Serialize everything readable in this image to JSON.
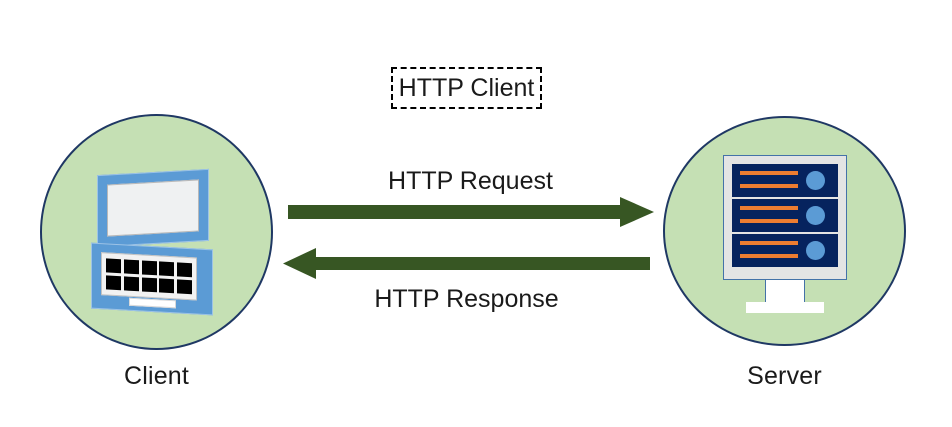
{
  "diagram": {
    "title_box": {
      "label": "HTTP Client",
      "style": "dashed-border"
    },
    "nodes": [
      {
        "id": "client",
        "caption": "Client",
        "icon": "laptop-icon",
        "fill_color": "#c5e0b4",
        "border_color": "#1f3864"
      },
      {
        "id": "server",
        "caption": "Server",
        "icon": "server-rack-icon",
        "fill_color": "#c5e0b4",
        "border_color": "#1f3864"
      }
    ],
    "edges": [
      {
        "id": "request",
        "label": "HTTP Request",
        "from": "client",
        "to": "server",
        "direction": "right",
        "color": "#375623"
      },
      {
        "id": "response",
        "label": "HTTP Response",
        "from": "server",
        "to": "client",
        "direction": "left",
        "color": "#375623"
      }
    ],
    "server_icon": {
      "unit_count": 3,
      "chassis_color": "#06235e",
      "bar_color": "#ed7d31",
      "led_color": "#5b9bd5",
      "frame_color": "#e4e4e4"
    },
    "client_icon": {
      "body_color": "#5b9bd5",
      "screen_color": "#eff1f2",
      "key_rows": 2,
      "keys_per_row": 5
    }
  }
}
